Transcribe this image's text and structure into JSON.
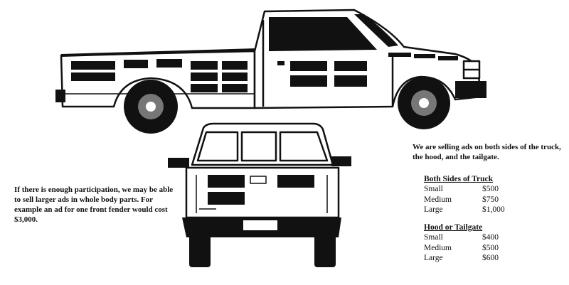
{
  "participation_note": "If there is enough participation, we may be able to sell larger ads in whole body parts.  For example an ad for one front fender would cost $3,000.",
  "ads_intro": "We are selling ads on both sides of the truck, the hood, and the tailgate.",
  "pricing": [
    {
      "heading": "Both Sides of Truck",
      "rows": [
        {
          "size": "Small",
          "price": "$500"
        },
        {
          "size": "Medium",
          "price": "$750"
        },
        {
          "size": "Large",
          "price": "$1,000"
        }
      ]
    },
    {
      "heading": "Hood or Tailgate",
      "rows": [
        {
          "size": "Small",
          "price": "$400"
        },
        {
          "size": "Medium",
          "price": "$500"
        },
        {
          "size": "Large",
          "price": "$600"
        }
      ]
    }
  ]
}
